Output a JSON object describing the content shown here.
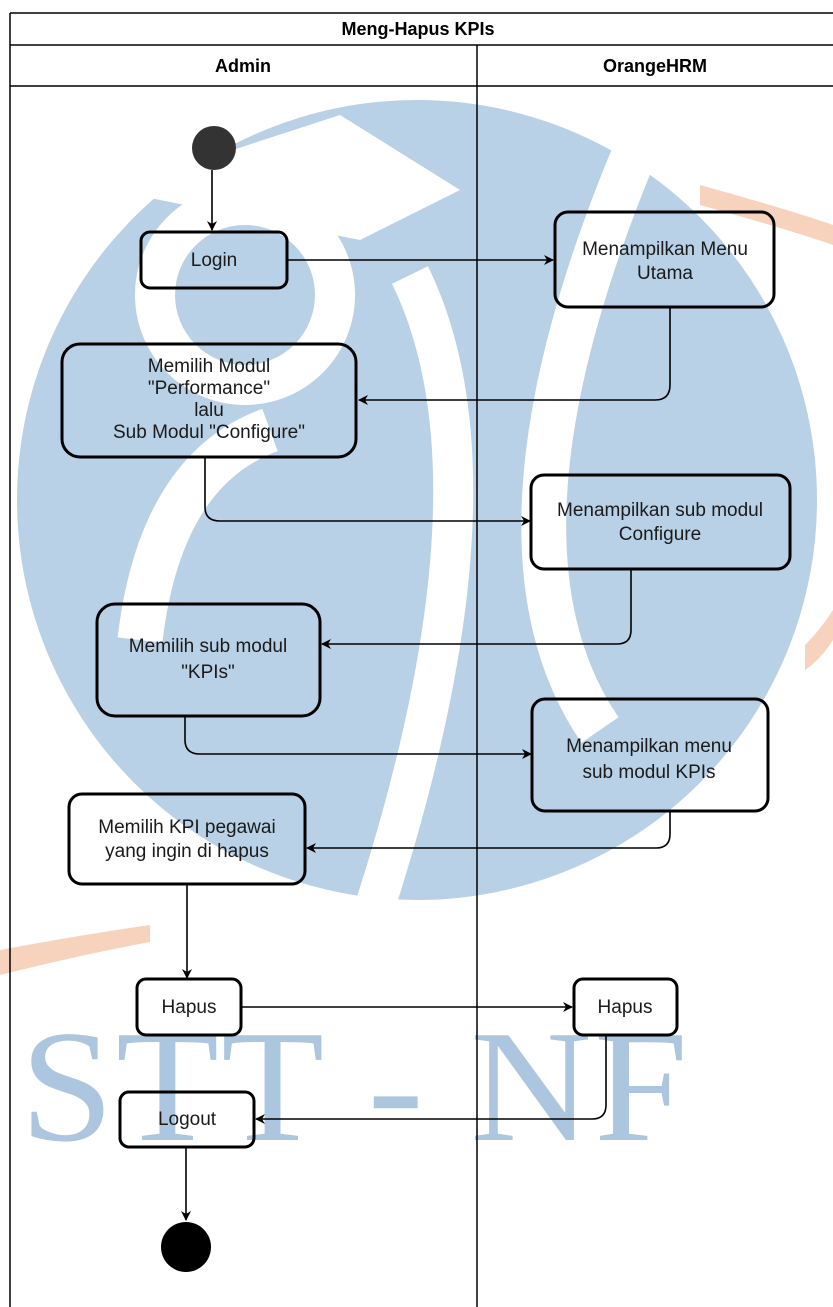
{
  "diagram": {
    "title": "Meng-Hapus KPIs",
    "lanes": {
      "admin": "Admin",
      "system": "OrangeHRM"
    },
    "nodes": {
      "login": [
        "Login"
      ],
      "main_menu": [
        "Menampilkan Menu",
        "Utama"
      ],
      "select_module": [
        "Memilih Modul",
        "\"Performance\"",
        "lalu",
        "Sub Modul \"Configure\""
      ],
      "show_configure": [
        "Menampilkan sub modul",
        "Configure"
      ],
      "select_kpis": [
        "Memilih sub modul",
        "\"KPIs\""
      ],
      "show_kpis": [
        "Menampilkan menu",
        "sub modul KPIs"
      ],
      "select_kpi": [
        "Memilih KPI pegawai",
        "yang ingin di hapus"
      ],
      "delete_admin": [
        "Hapus"
      ],
      "delete_system": [
        "Hapus"
      ],
      "logout": [
        "Logout"
      ]
    }
  },
  "watermark": {
    "text": "STT - NF",
    "color": "#abc6de",
    "accent": "#f7d2bd"
  },
  "colors": {
    "line": "#000000",
    "text": "#1a1a1a",
    "background": "#ffffff"
  }
}
